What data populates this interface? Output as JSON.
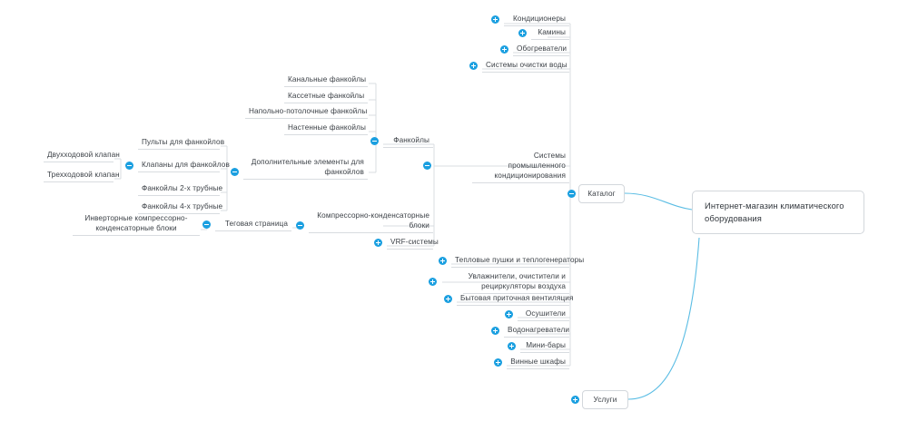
{
  "app": {
    "title": "Mind map — Интернет-магазин климатического оборудования",
    "accent_color": "#1a9fe0",
    "link_color": "#5bbde4",
    "branch_color": "#d8dce0",
    "text_color": "#3a3f45",
    "background": "#ffffff"
  },
  "root": {
    "label": "Интернет-магазин климатического оборудования",
    "type": "root-node"
  },
  "branches": [
    {
      "label": "Каталог",
      "type": "boxed",
      "toggle": "minus"
    },
    {
      "label": "Услуги",
      "type": "boxed",
      "toggle": "plus"
    }
  ],
  "catalog_children": [
    {
      "label": "Кондиционеры",
      "toggle": "plus"
    },
    {
      "label": "Камины",
      "toggle": "plus"
    },
    {
      "label": "Обогреватели",
      "toggle": "plus"
    },
    {
      "label": "Системы очистки воды",
      "toggle": "plus"
    },
    {
      "label": "Системы промышленного кондиционирования",
      "toggle": "minus"
    },
    {
      "label": "Тепловые пушки и теплогенераторы",
      "toggle": "plus"
    },
    {
      "label": "Увлажнители, очистители и рециркуляторы воздуха",
      "toggle": "plus"
    },
    {
      "label": "Бытовая приточная вентиляция",
      "toggle": "plus"
    },
    {
      "label": "Осушители",
      "toggle": "plus"
    },
    {
      "label": "Водонагреватели",
      "toggle": "plus"
    },
    {
      "label": "Мини-бары",
      "toggle": "plus"
    },
    {
      "label": "Винные шкафы",
      "toggle": "plus"
    }
  ],
  "industrial_children": [
    {
      "label": "Фанкойлы",
      "toggle": "minus"
    },
    {
      "label": "Компрессорно-конденсаторные блоки",
      "toggle": "minus"
    },
    {
      "label": "VRF-системы",
      "toggle": "plus"
    }
  ],
  "fancoil_children": [
    {
      "label": "Канальные фанкойлы"
    },
    {
      "label": "Кассетные фанкойлы"
    },
    {
      "label": "Напольно-потолочные фанкойлы"
    },
    {
      "label": "Настенные фанкойлы"
    },
    {
      "label": "Дополнительные элементы для фанкойлов",
      "toggle": "minus"
    }
  ],
  "fancoil_extras": [
    {
      "label": "Пульты для фанкойлов"
    },
    {
      "label": "Клапаны для фанкойлов",
      "toggle": "minus"
    },
    {
      "label": "Фанкойлы 2-х трубные"
    },
    {
      "label": "Фанкойлы 4-х трубные"
    }
  ],
  "valve_children": [
    {
      "label": "Двухходовой клапан"
    },
    {
      "label": "Трехходовой клапан"
    }
  ],
  "ckb_children": [
    {
      "label": "Теговая страница",
      "toggle": "minus"
    }
  ],
  "tag_page_children": [
    {
      "label": "Инверторные компрессорно-конденсаторные блоки"
    }
  ]
}
